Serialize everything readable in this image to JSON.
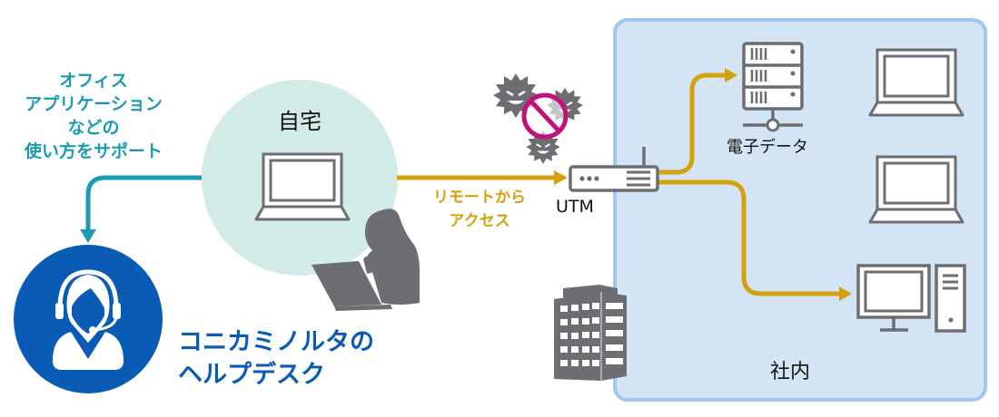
{
  "colors": {
    "teal_arrow": "#1a9bb2",
    "gold_arrow": "#d4a10a",
    "helpdesk_blue": "#0a5bb5",
    "home_circle": "#d3ebe6",
    "office_fill": "#d3e4f5",
    "office_border": "#a3c7ec",
    "icon_gray": "#6d6e72",
    "block_magenta": "#c2127a"
  },
  "support": {
    "lines": [
      "オフィス",
      "アプリケーション",
      "などの",
      "使い方をサポート"
    ],
    "icon": "headset-operator-icon"
  },
  "helpdesk": {
    "lines": [
      "コニカミノルタの",
      "ヘルプデスク"
    ]
  },
  "home": {
    "label": "自宅",
    "icons": [
      "laptop-icon",
      "person-with-laptop-icon"
    ]
  },
  "remote_access": {
    "lines": [
      "リモートから",
      "アクセス"
    ]
  },
  "threat": {
    "icons": [
      "virus-icon",
      "prohibited-icon"
    ]
  },
  "utm": {
    "label": "UTM",
    "icon": "router-icon"
  },
  "office": {
    "label": "社内",
    "building_icon": "office-building-icon",
    "server": {
      "label": "電子データ",
      "icon": "server-icon"
    },
    "devices": [
      "laptop-icon",
      "laptop-icon",
      "desktop-pc-icon"
    ]
  }
}
